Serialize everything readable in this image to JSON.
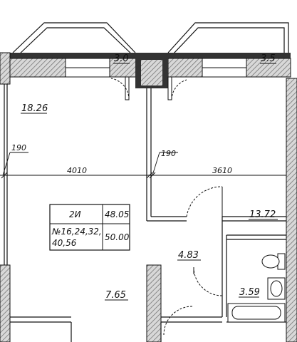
{
  "colors": {
    "wall_fill": "#3a3a3a",
    "hatch": "#888888",
    "line": "#111111",
    "background": "#ffffff"
  },
  "rooms": {
    "balcony_left": "3.0",
    "balcony_right": "3.5",
    "room_left": "18.26",
    "room_right": "13.72",
    "hall": "4.83",
    "bathroom": "3.59",
    "kitchen": "7.65"
  },
  "dimensions": {
    "left_offset": "190",
    "left_width": "4010",
    "right_offset": "190",
    "right_width": "3610"
  },
  "info_box": {
    "type": "2И",
    "area_total": "48.05",
    "numbers_line1": "№16,24,32,",
    "numbers_line2": "40,56",
    "area_alt": "50.00"
  }
}
